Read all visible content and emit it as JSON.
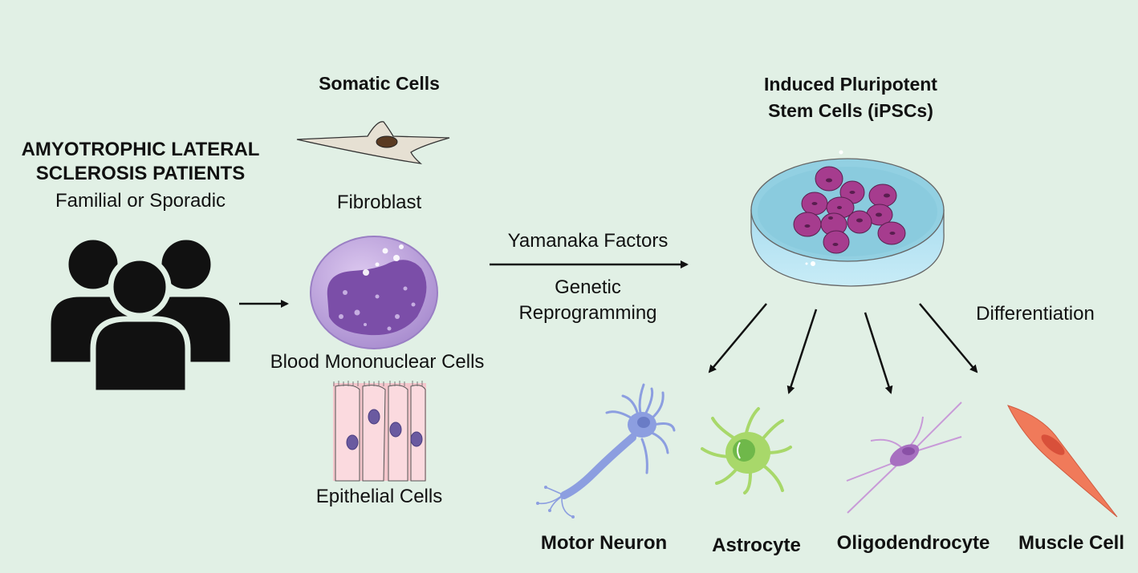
{
  "patients": {
    "title_line1": "AMYOTROPHIC LATERAL",
    "title_line2": "SCLEROSIS PATIENTS",
    "subtitle": "Familial or Sporadic",
    "icon": "people-group-icon"
  },
  "somatic": {
    "heading": "Somatic Cells",
    "cells": [
      {
        "label": "Fibroblast",
        "icon": "fibroblast-icon"
      },
      {
        "label": "Blood Mononuclear Cells",
        "icon": "blood-mononuclear-cell-icon"
      },
      {
        "label": "Epithelial Cells",
        "icon": "epithelial-cells-icon"
      }
    ]
  },
  "reprogramming": {
    "above_arrow": "Yamanaka Factors",
    "below_line1": "Genetic",
    "below_line2": "Reprogramming"
  },
  "ipsc": {
    "heading_line1": "Induced Pluripotent",
    "heading_line2": "Stem Cells (iPSCs)",
    "icon": "petri-dish-icon"
  },
  "differentiation": {
    "label": "Differentiation",
    "outputs": [
      {
        "label": "Motor Neuron",
        "icon": "motor-neuron-icon"
      },
      {
        "label": "Astrocyte",
        "icon": "astrocyte-icon"
      },
      {
        "label": "Oligodendrocyte",
        "icon": "oligodendrocyte-icon"
      },
      {
        "label": "Muscle Cell",
        "icon": "muscle-cell-icon"
      }
    ]
  },
  "colors": {
    "background": "#e1f0e5",
    "text": "#111111",
    "ipsc_cell": "#a63c8e",
    "dish": "#8fd0e3",
    "neuron": "#8c9ee0",
    "astrocyte": "#a8d86a",
    "oligodendrocyte": "#a770c0",
    "muscle": "#f07a5a"
  }
}
